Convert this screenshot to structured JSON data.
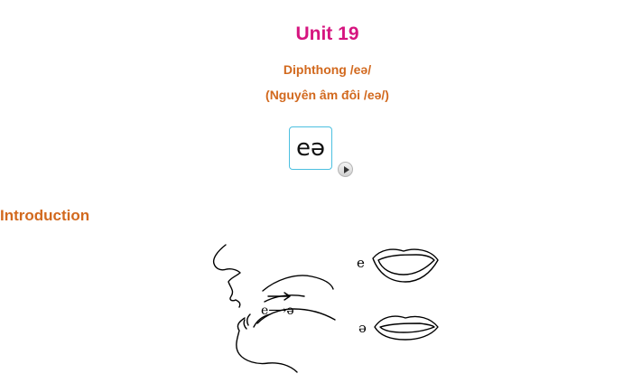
{
  "unit": {
    "title": "Unit 19",
    "title_color": "#d6147f"
  },
  "heading": {
    "line1": "Diphthong /eə/",
    "line2": "(Nguyên âm đôi /eə/)",
    "color": "#d2691e"
  },
  "symbol": {
    "text": "eə",
    "border_color": "#4cc0e0"
  },
  "audio": {
    "icon": "play-icon"
  },
  "section": {
    "title": "Introduction",
    "color": "#d2691e"
  },
  "illustration": {
    "label_e": "e",
    "label_schwa": "ə",
    "tongue_label": "e⟶ə"
  }
}
